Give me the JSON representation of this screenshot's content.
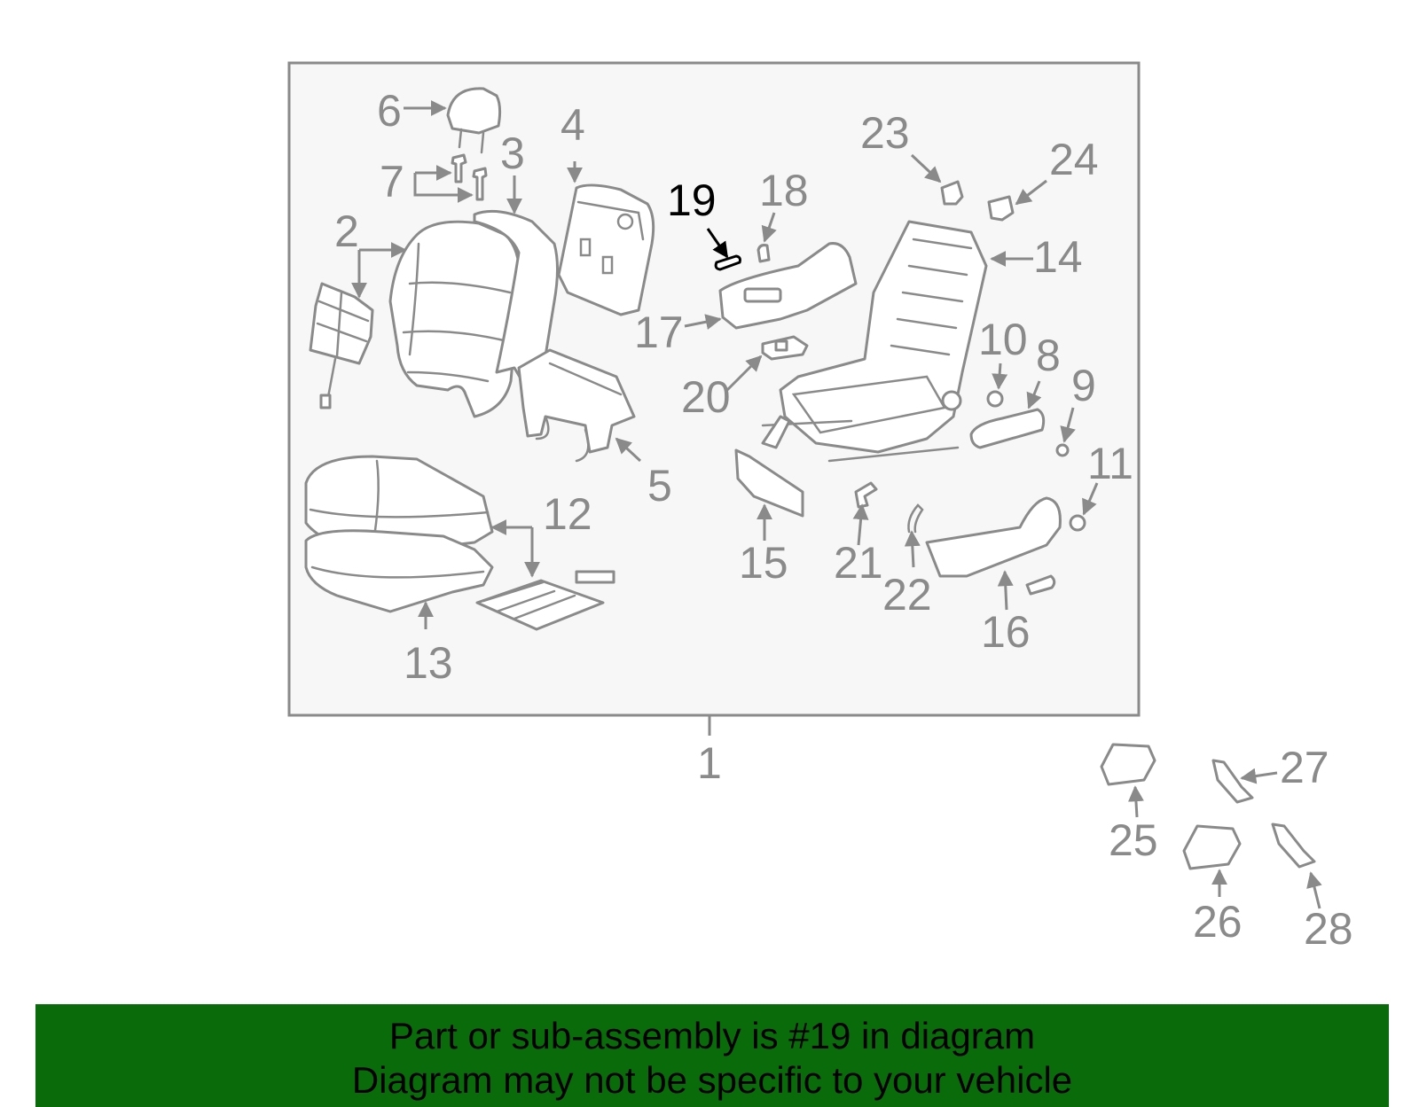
{
  "colors": {
    "panel_fill": "#f7f7f7",
    "line": "#8a8a8a",
    "highlight": "#000000",
    "banner": "#0a6b0a"
  },
  "callouts": {
    "c1": "1",
    "c2": "2",
    "c3": "3",
    "c4": "4",
    "c5": "5",
    "c6": "6",
    "c7": "7",
    "c8": "8",
    "c9": "9",
    "c10": "10",
    "c11": "11",
    "c12": "12",
    "c13": "13",
    "c14": "14",
    "c15": "15",
    "c16": "16",
    "c17": "17",
    "c18": "18",
    "c19": "19",
    "c20": "20",
    "c21": "21",
    "c22": "22",
    "c23": "23",
    "c24": "24",
    "c25": "25",
    "c26": "26",
    "c27": "27",
    "c28": "28"
  },
  "highlighted_part": "19",
  "banner": {
    "line1": "Part or sub-assembly is #19 in diagram",
    "line2": "Diagram may not be specific to your vehicle"
  }
}
